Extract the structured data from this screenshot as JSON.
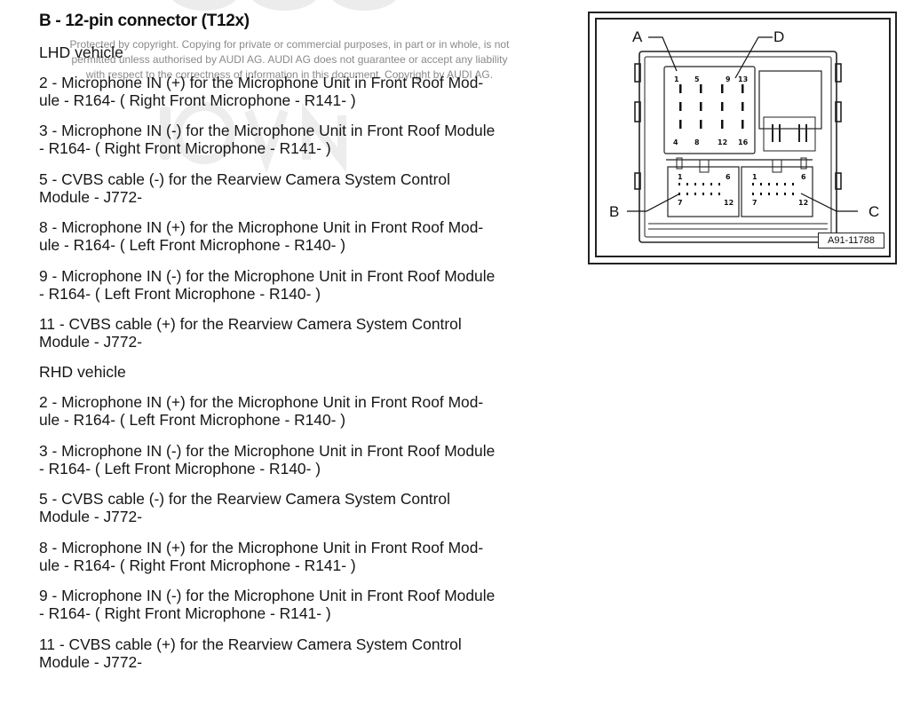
{
  "header": {
    "title": "B - 12-pin connector (T12x)"
  },
  "copyright_notice": {
    "line1": "Protected by copyright. Copying for private or commercial purposes, in part or in whole, is not",
    "line2": "permitted unless authorised by AUDI AG. AUDI AG does not guarantee or accept any liability",
    "line3": "with respect to the correctness of information in this document. Copyright by AUDI AG."
  },
  "lhd": {
    "heading": "LHD vehicle",
    "items": [
      {
        "line1": "2 - Microphone IN (+) for the Microphone Unit in Front Roof Mod-",
        "line2": "ule - R164- ( Right Front Microphone - R141- )"
      },
      {
        "line1": "3 - Microphone IN (-) for the Microphone Unit in Front Roof Module",
        "line2": "- R164- ( Right Front Microphone - R141- )"
      },
      {
        "line1": "5 - CVBS cable (-) for the Rearview Camera System Control",
        "line2": "Module - J772-"
      },
      {
        "line1": "8 - Microphone IN (+) for the Microphone Unit in Front Roof Mod-",
        "line2": "ule - R164- ( Left Front Microphone - R140- )"
      },
      {
        "line1": "9 - Microphone IN (-) for the Microphone Unit in Front Roof Module",
        "line2": "- R164- ( Left Front Microphone - R140- )"
      },
      {
        "line1": "11 - CVBS cable (+) for the Rearview Camera System Control",
        "line2": "Module - J772-"
      }
    ]
  },
  "rhd": {
    "heading": "RHD vehicle",
    "items": [
      {
        "line1": "2 - Microphone IN (+) for the Microphone Unit in Front Roof Mod-",
        "line2": "ule - R164- ( Left Front Microphone - R140- )"
      },
      {
        "line1": "3 - Microphone IN (-) for the Microphone Unit in Front Roof Module",
        "line2": "- R164- ( Left Front Microphone - R140- )"
      },
      {
        "line1": "5 - CVBS cable (-) for the Rearview Camera System Control",
        "line2": "Module - J772-"
      },
      {
        "line1": "8 - Microphone IN (+) for the Microphone Unit in Front Roof Mod-",
        "line2": "ule - R164- ( Right Front Microphone - R141- )"
      },
      {
        "line1": "9 - Microphone IN (-) for the Microphone Unit in Front Roof Module",
        "line2": "- R164- ( Right Front Microphone - R141- )"
      },
      {
        "line1": "11 - CVBS cable (+) for the Rearview Camera System Control",
        "line2": "Module - J772-"
      }
    ]
  },
  "figure": {
    "reference": "A91-11788",
    "callouts": {
      "a": "A",
      "b": "B",
      "c": "C",
      "d": "D"
    },
    "upper_pins": {
      "p1": "1",
      "p5": "5",
      "p9": "9",
      "p13": "13",
      "p4": "4",
      "p8": "8",
      "p12": "12",
      "p16": "16"
    },
    "lower_left_pins": {
      "p1": "1",
      "p6": "6",
      "p7": "7",
      "p12": "12"
    },
    "lower_right_pins": {
      "p1": "1",
      "p6": "6",
      "p7": "7",
      "p12": "12"
    }
  }
}
